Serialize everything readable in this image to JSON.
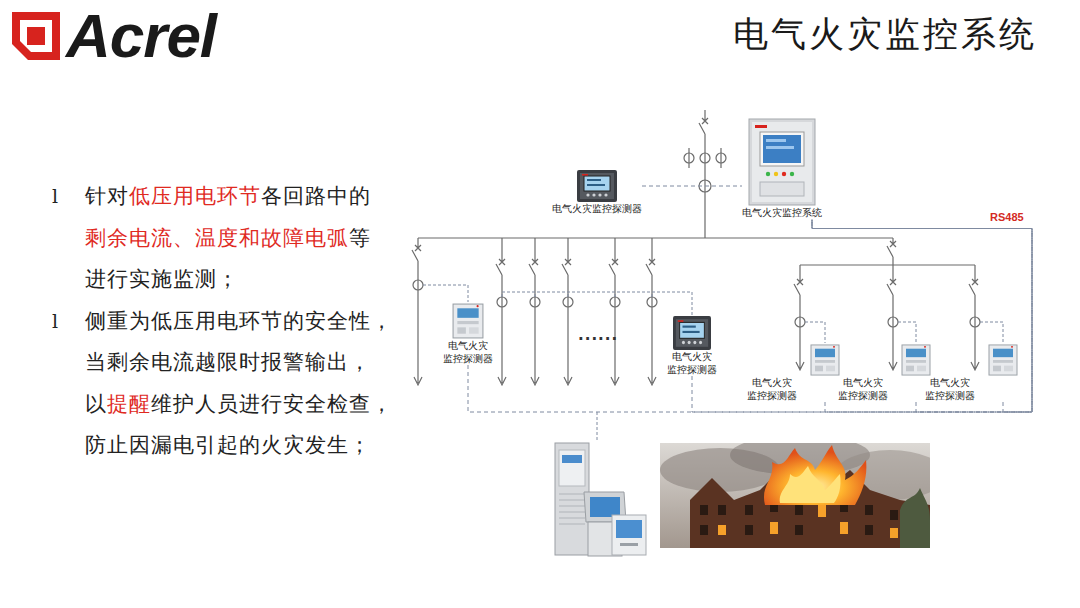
{
  "diagram": {
    "title": "电气火灾监控系统",
    "nodes": [
      {
        "text": [
          "电气火灾监控探测器"
        ]
      },
      {
        "text": [
          "电气火灾监控系统"
        ]
      },
      {
        "text": [
          "电气火灾 监控探测器"
        ]
      },
      {
        "text": [
          "电气火灾 监控探测器"
        ]
      },
      {
        "text": [
          "电气火灾 监控探测器"
        ]
      },
      {
        "text": [
          "电气火灾 监控探测器"
        ]
      },
      {
        "text": [
          "电气火灾 监控探测器"
        ]
      }
    ],
    "edges": [
      {
        "from": 0,
        "to": 1,
        "arrow": "none"
      },
      {
        "from": 2,
        "to": 1,
        "arrow": "none"
      },
      {
        "from": 3,
        "to": 1,
        "arrow": "none"
      },
      {
        "from": 4,
        "to": 1,
        "arrow": "none"
      },
      {
        "from": 5,
        "to": 1,
        "arrow": "none"
      },
      {
        "from": 6,
        "to": 1,
        "arrow": "none"
      }
    ],
    "labels": [
      "l",
      "针对",
      "低压用电环节",
      "各回路中的",
      "剩余电流、温度和故障电弧",
      "等",
      "进行实施监测；",
      "l",
      "侧重为低压用电环节的安全性，",
      "当剩余电流越限时报警输出，",
      "以",
      "提醒",
      "维护人员进行安全检查，",
      "防止因漏电引起的火灾发生；",
      "RS485",
      "Acrel",
      "......"
    ]
  }
}
